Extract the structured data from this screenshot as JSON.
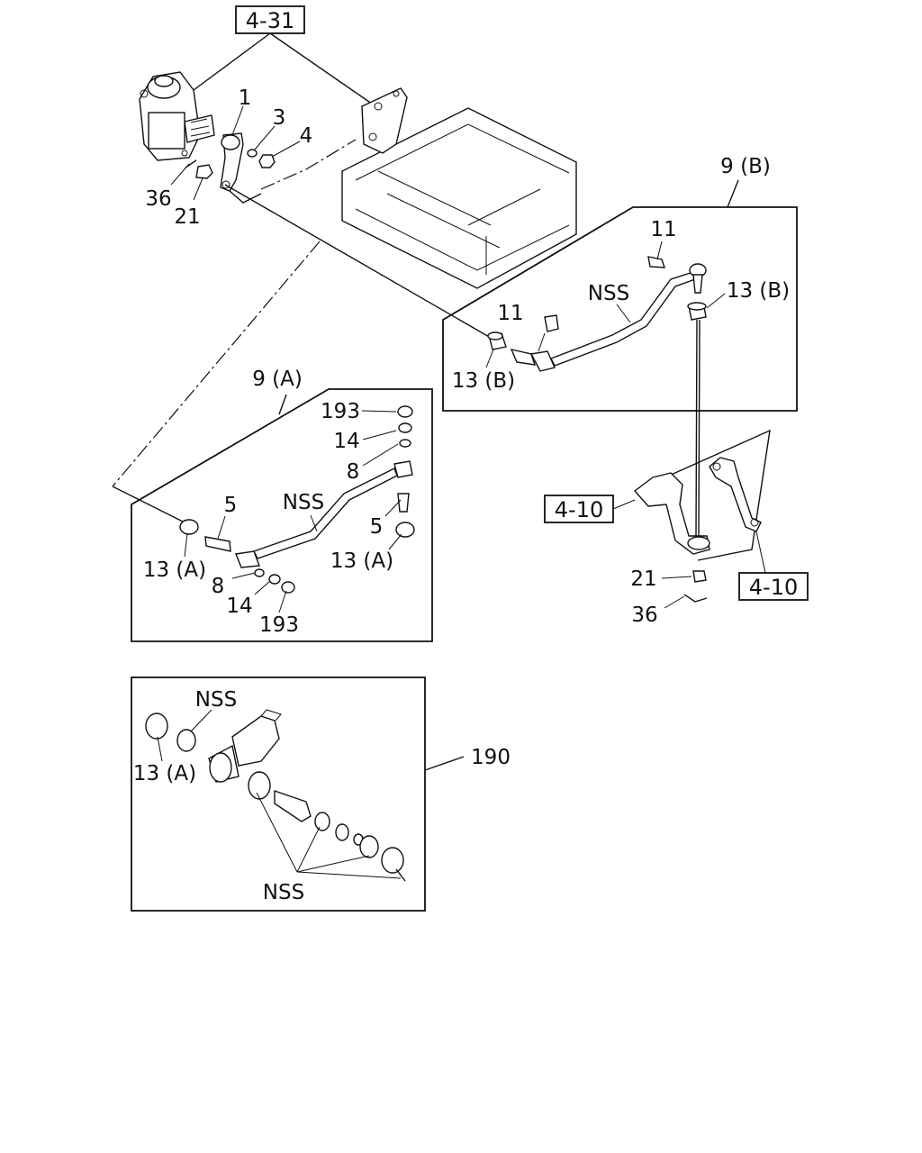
{
  "ref_boxes": {
    "top": "4-31",
    "right_upper": "4-10",
    "right_lower": "4-10"
  },
  "labels": {
    "p1": "1",
    "p3": "3",
    "p4": "4",
    "p36_top": "36",
    "p21_top": "21",
    "p9b": "9 (B)",
    "p11_a": "11",
    "p11_b": "11",
    "nss_b": "NSS",
    "p13b_right": "13 (B)",
    "p13b_left": "13 (B)",
    "p9a": "9 (A)",
    "p193_top": "193",
    "p14_top": "14",
    "p8_top": "8",
    "nss_a": "NSS",
    "p5_left": "5",
    "p5_right": "5",
    "p13a_left": "13 (A)",
    "p13a_right": "13 (A)",
    "p8_bottom": "8",
    "p14_bottom": "14",
    "p193_bottom": "193",
    "p21_right": "21",
    "p36_right": "36",
    "nss_c1": "NSS",
    "p13a_c": "13 (A)",
    "p190": "190",
    "nss_c2": "NSS"
  }
}
